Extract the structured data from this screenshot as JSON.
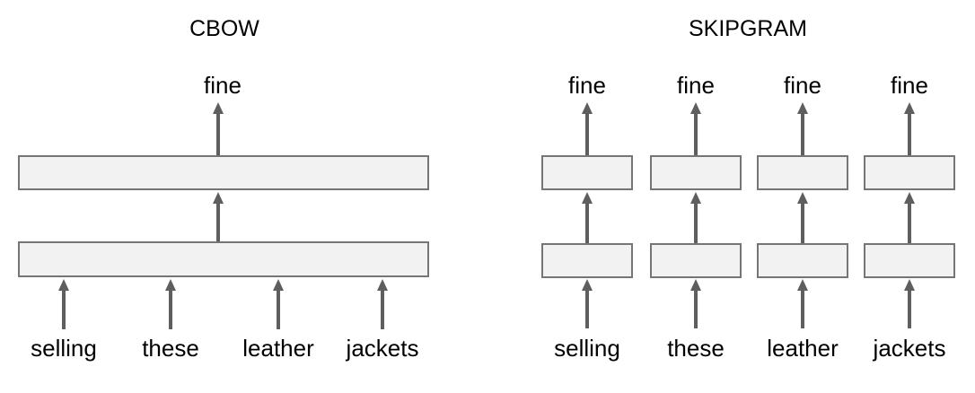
{
  "cbow": {
    "title": "CBOW",
    "output_word": "fine",
    "input_words": [
      "selling",
      "these",
      "leather",
      "jackets"
    ]
  },
  "skipgram": {
    "title": "SKIPGRAM",
    "output_words": [
      "fine",
      "fine",
      "fine",
      "fine"
    ],
    "input_words": [
      "selling",
      "these",
      "leather",
      "jackets"
    ]
  },
  "colors": {
    "background": "#ffffff",
    "box_fill": "#f2f2f2",
    "box_border": "#757575",
    "arrow": "#5e5e5e",
    "text": "#000000"
  }
}
